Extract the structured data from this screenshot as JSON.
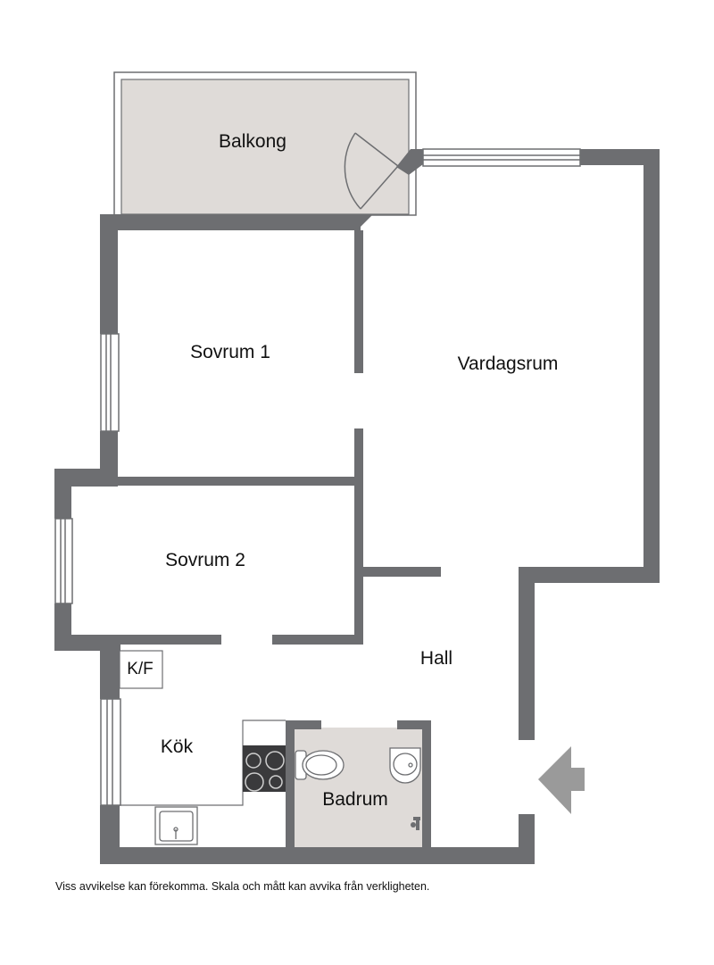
{
  "rooms": {
    "balkong": "Balkong",
    "sovrum1": "Sovrum 1",
    "vardagsrum": "Vardagsrum",
    "sovrum2": "Sovrum 2",
    "hall": "Hall",
    "kf": "K/F",
    "kok": "Kök",
    "badrum": "Badrum"
  },
  "disclaimer": "Viss avvikelse kan förekomma. Skala och mått kan avvika från verkligheten.",
  "colors": {
    "wall": "#6d6e71",
    "balcony_floor": "#dfdbd8",
    "bathroom_floor": "#dfdbd8",
    "entrance_arrow": "#9a9a9a",
    "background": "#ffffff"
  },
  "icons": {
    "entrance": "entrance-arrow-icon",
    "stove": "stove-icon",
    "sink": "kitchen-sink-icon",
    "toilet": "toilet-icon",
    "washbasin": "washbasin-icon",
    "door": "door-swing-icon",
    "window": "window-icon"
  }
}
